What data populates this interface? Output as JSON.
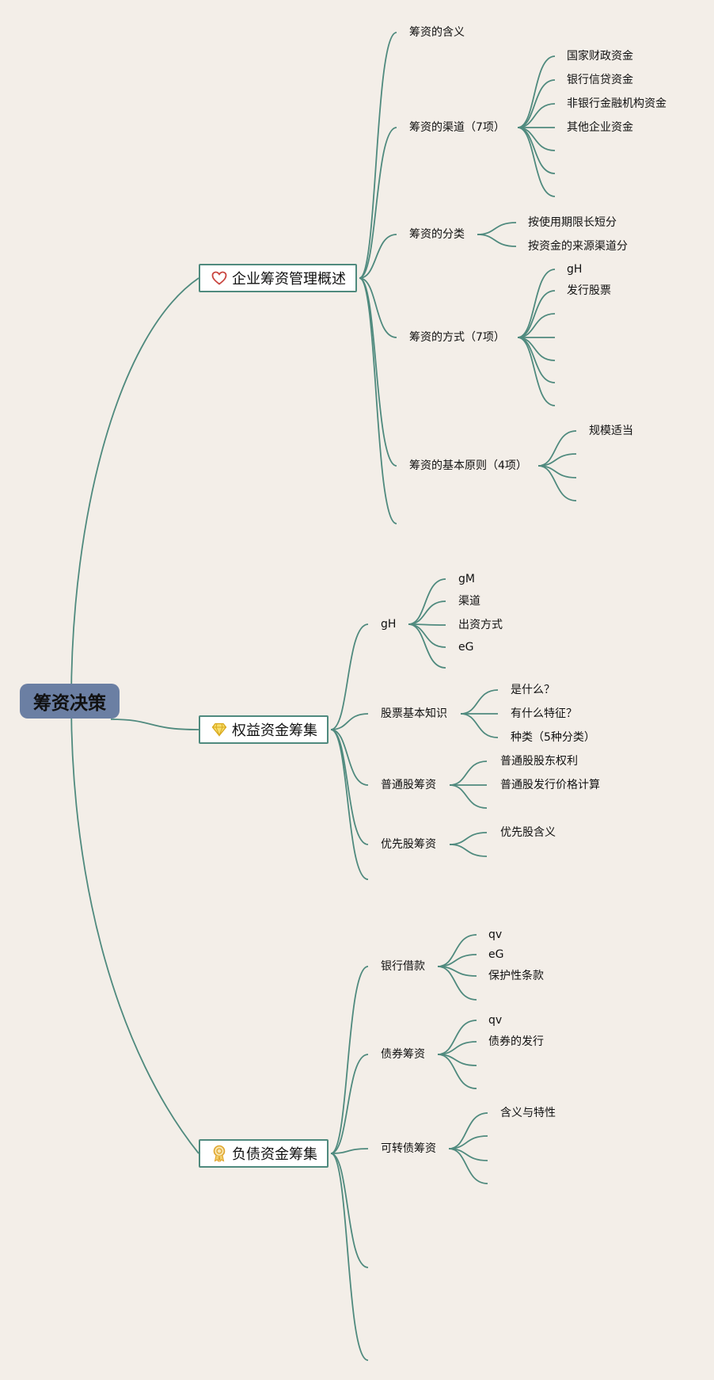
{
  "root": "筹资决策",
  "branches": [
    {
      "label": "企业筹资管理概述",
      "icon": "heart-icon",
      "children": [
        {
          "label": "筹资的含义",
          "children": []
        },
        {
          "label": "筹资的渠道（7项）",
          "children": [
            "国家财政资金",
            "银行信贷资金",
            "非银行金融机构资金",
            "其他企业资金",
            "",
            "",
            ""
          ]
        },
        {
          "label": "筹资的分类",
          "children": [
            "按使用期限长短分",
            "按资金的来源渠道分"
          ]
        },
        {
          "label": "筹资的方式（7项）",
          "children": [
            "gH",
            "发行股票",
            "",
            "",
            "",
            "",
            ""
          ]
        },
        {
          "label": "筹资的基本原则（4项）",
          "children": [
            "规模适当",
            "",
            "",
            ""
          ]
        },
        {
          "label": "",
          "children": []
        }
      ]
    },
    {
      "label": "权益资金筹集",
      "icon": "diamond-icon",
      "children": [
        {
          "label": "gH",
          "children": [
            "gM",
            "渠道",
            "出资方式",
            "eG",
            ""
          ]
        },
        {
          "label": "股票基本知识",
          "children": [
            "是什么？",
            "有什么特征？",
            "种类（5种分类）"
          ]
        },
        {
          "label": "普通股筹资",
          "children": [
            "普通股股东权利",
            "普通股发行价格计算",
            ""
          ]
        },
        {
          "label": "优先股筹资",
          "children": [
            "优先股含义",
            ""
          ]
        },
        {
          "label": "",
          "children": []
        }
      ]
    },
    {
      "label": "负债资金筹集",
      "icon": "award-icon",
      "children": [
        {
          "label": "银行借款",
          "children": [
            "qv",
            "eG",
            "保护性条款",
            ""
          ]
        },
        {
          "label": "债券筹资",
          "children": [
            "qv",
            "债券的发行",
            "",
            ""
          ]
        },
        {
          "label": "可转债筹资",
          "children": [
            "含义与特性",
            "",
            "",
            ""
          ]
        },
        {
          "label": "",
          "children": []
        },
        {
          "label": "",
          "children": []
        }
      ]
    }
  ],
  "colors": {
    "link": "#4f8a7e",
    "root_fill": "#6b7fa3",
    "background": "#f3eee8",
    "heart": "#c9453f",
    "diamond": "#e8c132",
    "award": "#e8b13a"
  }
}
